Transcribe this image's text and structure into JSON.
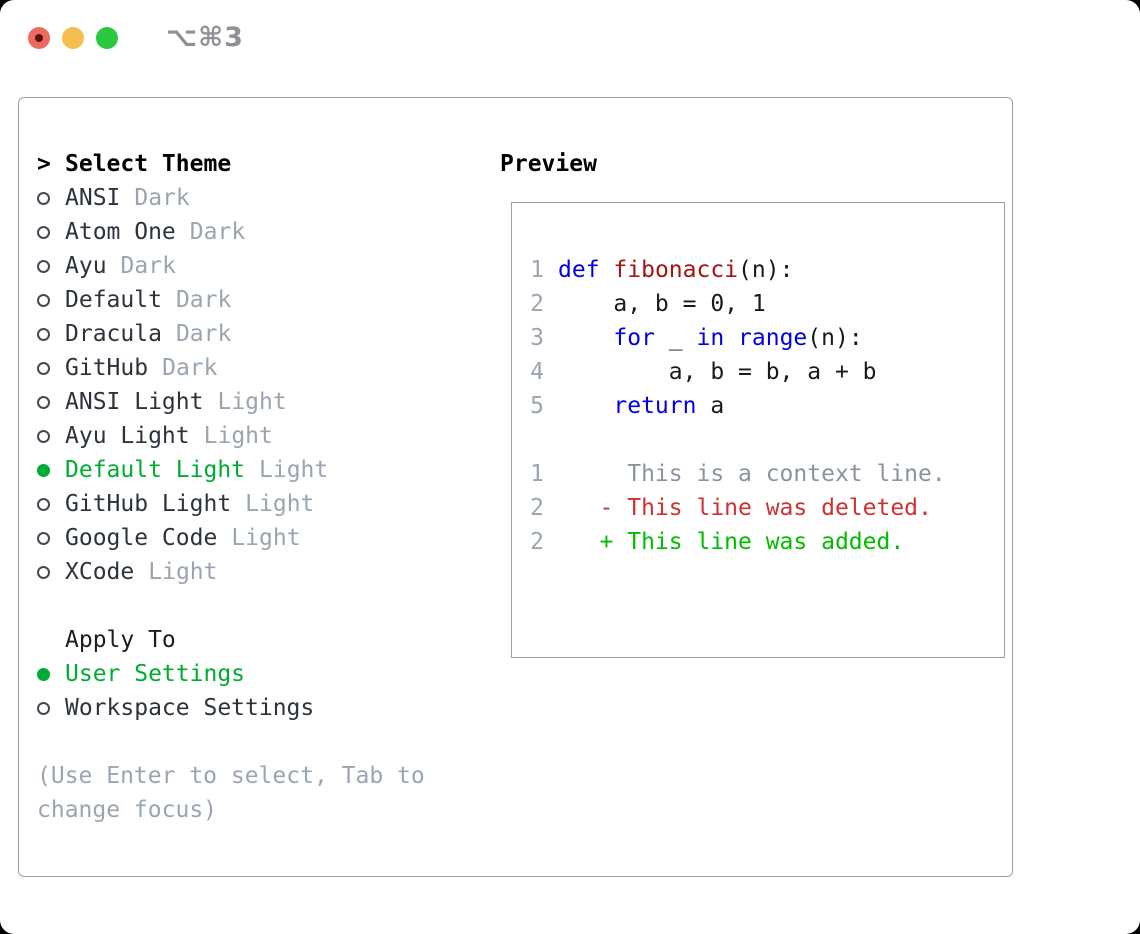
{
  "colors": {
    "accent_green": "#00ac33",
    "muted": "#9aa5b1",
    "text": "#2d333c",
    "heading": "#000000",
    "border": "#9aa2ae",
    "circle": "#434a54",
    "traffic_red": "#ee6a5f",
    "traffic_red_dot": "#5c120c",
    "traffic_yellow": "#f5bf4f",
    "traffic_green": "#2bc840",
    "titlebar_text": "#8e9095"
  },
  "titlebar": {
    "shortcut": "⌥⌘3"
  },
  "theme_list": {
    "header_prefix": ">",
    "header": "Select Theme",
    "items": [
      {
        "name": "ANSI",
        "variant": "Dark",
        "selected": false
      },
      {
        "name": "Atom One",
        "variant": "Dark",
        "selected": false
      },
      {
        "name": "Ayu",
        "variant": "Dark",
        "selected": false
      },
      {
        "name": "Default",
        "variant": "Dark",
        "selected": false
      },
      {
        "name": "Dracula",
        "variant": "Dark",
        "selected": false
      },
      {
        "name": "GitHub",
        "variant": "Dark",
        "selected": false
      },
      {
        "name": "ANSI Light",
        "variant": "Light",
        "selected": false
      },
      {
        "name": "Ayu Light",
        "variant": "Light",
        "selected": false
      },
      {
        "name": "Default Light",
        "variant": "Light",
        "selected": true
      },
      {
        "name": "GitHub Light",
        "variant": "Light",
        "selected": false
      },
      {
        "name": "Google Code",
        "variant": "Light",
        "selected": false
      },
      {
        "name": "XCode",
        "variant": "Light",
        "selected": false
      }
    ]
  },
  "apply_to": {
    "header": "Apply To",
    "options": [
      {
        "label": "User Settings",
        "selected": true
      },
      {
        "label": "Workspace Settings",
        "selected": false
      }
    ]
  },
  "help_text": "(Use Enter to select, Tab to change focus)",
  "preview": {
    "header": "Preview",
    "palette": {
      "keyword": "#0000e6",
      "function": "#a31515",
      "plain": "#17191c",
      "context": "#8b949e",
      "deleted": "#cd3131",
      "added": "#00bd00",
      "line_number": "#9aa5b1"
    },
    "lines": [
      {
        "number": "1",
        "segments": [
          {
            "text": "def",
            "color": "keyword"
          },
          {
            "text": " ",
            "color": "plain"
          },
          {
            "text": "fibonacci",
            "color": "function"
          },
          {
            "text": "(n):",
            "color": "plain"
          }
        ]
      },
      {
        "number": "2",
        "segments": [
          {
            "text": "    a, b = 0, 1",
            "color": "plain"
          }
        ]
      },
      {
        "number": "3",
        "segments": [
          {
            "text": "    ",
            "color": "plain"
          },
          {
            "text": "for",
            "color": "keyword"
          },
          {
            "text": " _ ",
            "color": "plain"
          },
          {
            "text": "in",
            "color": "keyword"
          },
          {
            "text": " ",
            "color": "plain"
          },
          {
            "text": "range",
            "color": "keyword"
          },
          {
            "text": "(n):",
            "color": "plain"
          }
        ]
      },
      {
        "number": "4",
        "segments": [
          {
            "text": "        a, b = b, a + b",
            "color": "plain"
          }
        ]
      },
      {
        "number": "5",
        "segments": [
          {
            "text": "    ",
            "color": "plain"
          },
          {
            "text": "return",
            "color": "keyword"
          },
          {
            "text": " a",
            "color": "plain"
          }
        ]
      },
      {
        "number": "",
        "segments": []
      },
      {
        "number": "1",
        "segments": [
          {
            "text": "     This is a context line.",
            "color": "context"
          }
        ]
      },
      {
        "number": "2",
        "segments": [
          {
            "text": "   - This line was deleted.",
            "color": "deleted"
          }
        ]
      },
      {
        "number": "2",
        "segments": [
          {
            "text": "   + This line was added.",
            "color": "added"
          }
        ]
      }
    ]
  }
}
